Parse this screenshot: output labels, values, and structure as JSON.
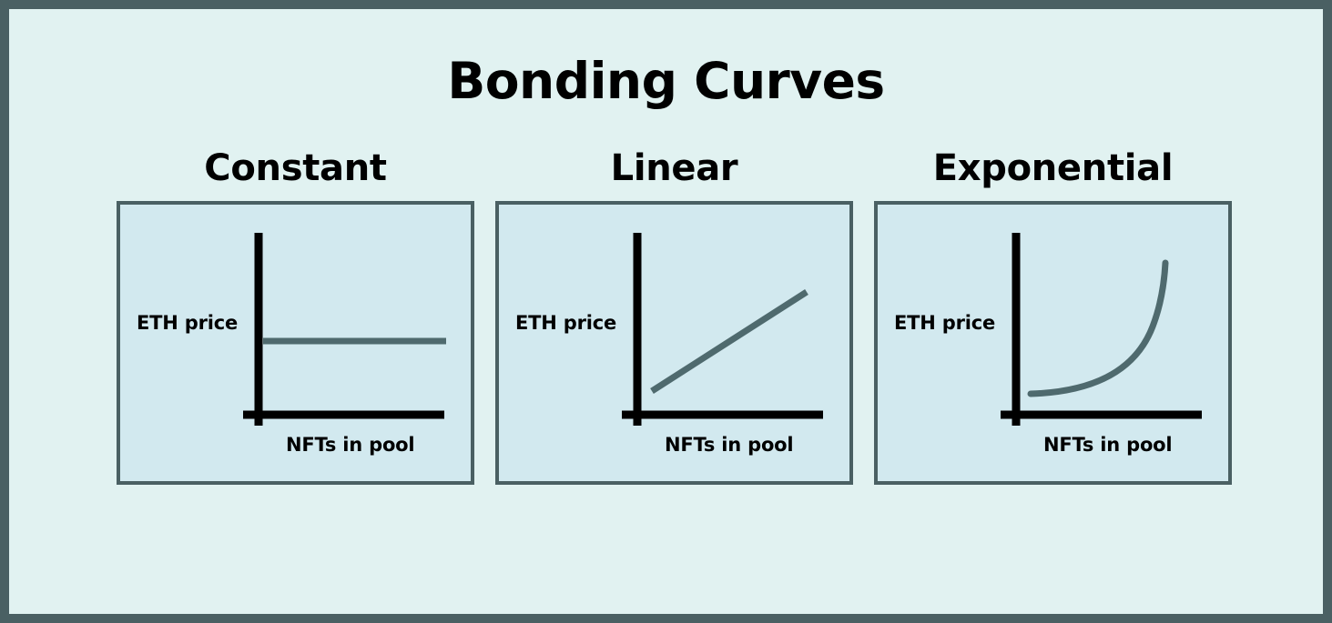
{
  "theme": {
    "frame_color": "#4a6063",
    "page_background": "#e1f2f1",
    "panel_background": "#d2e9ef",
    "panel_border": "#4a6063",
    "axis_color": "#000000",
    "curve_color": "#4f6a6e",
    "text_color": "#000000"
  },
  "header": {
    "title": "Bonding Curves"
  },
  "panels": [
    {
      "heading": "Constant",
      "y_axis_label": "ETH price",
      "x_axis_label": "NFTs in pool",
      "curve_type": "constant"
    },
    {
      "heading": "Linear",
      "y_axis_label": "ETH price",
      "x_axis_label": "NFTs in pool",
      "curve_type": "linear"
    },
    {
      "heading": "Exponential",
      "y_axis_label": "ETH price",
      "x_axis_label": "NFTs in pool",
      "curve_type": "exponential"
    }
  ],
  "chart_data": [
    {
      "type": "line",
      "title": "Constant",
      "xlabel": "NFTs in pool",
      "ylabel": "ETH price",
      "x": [
        0.05,
        1.0
      ],
      "y": [
        0.5,
        0.5
      ],
      "grid": false,
      "axis_ticks": false,
      "description": "Flat horizontal line: price stays the same as NFTs in pool increases"
    },
    {
      "type": "line",
      "title": "Linear",
      "xlabel": "NFTs in pool",
      "ylabel": "ETH price",
      "x": [
        0.12,
        1.0
      ],
      "y": [
        0.14,
        0.72
      ],
      "grid": false,
      "axis_ticks": false,
      "description": "Straight rising line: price increases by a fixed amount per NFT"
    },
    {
      "type": "line",
      "title": "Exponential",
      "xlabel": "NFTs in pool",
      "ylabel": "ETH price",
      "x": [
        0.1,
        0.3,
        0.5,
        0.68,
        0.8,
        0.9,
        0.96
      ],
      "y": [
        0.1,
        0.13,
        0.2,
        0.33,
        0.5,
        0.72,
        0.86
      ],
      "grid": false,
      "axis_ticks": false,
      "description": "Upward curving line: price rises by a multiplier, accelerating with each NFT"
    }
  ]
}
